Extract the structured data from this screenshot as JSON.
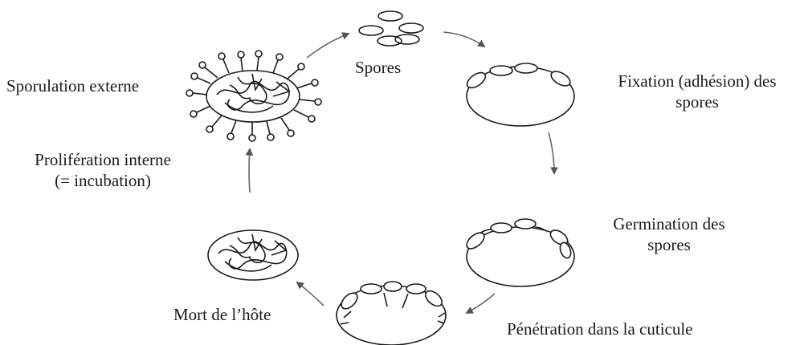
{
  "labels": {
    "spores": "Spores",
    "fixation": [
      "Fixation (adhésion) des",
      "spores"
    ],
    "germination": [
      "Germination  des",
      "spores"
    ],
    "penetration": "Pénétration dans la cuticule",
    "mort": "Mort de l’hôte",
    "proliferation": [
      "Prolifération interne",
      "(= incubation)"
    ],
    "sporulation": "Sporulation externe"
  },
  "colors": {
    "stroke": "#1a1a1a",
    "arrow": "#666666"
  }
}
